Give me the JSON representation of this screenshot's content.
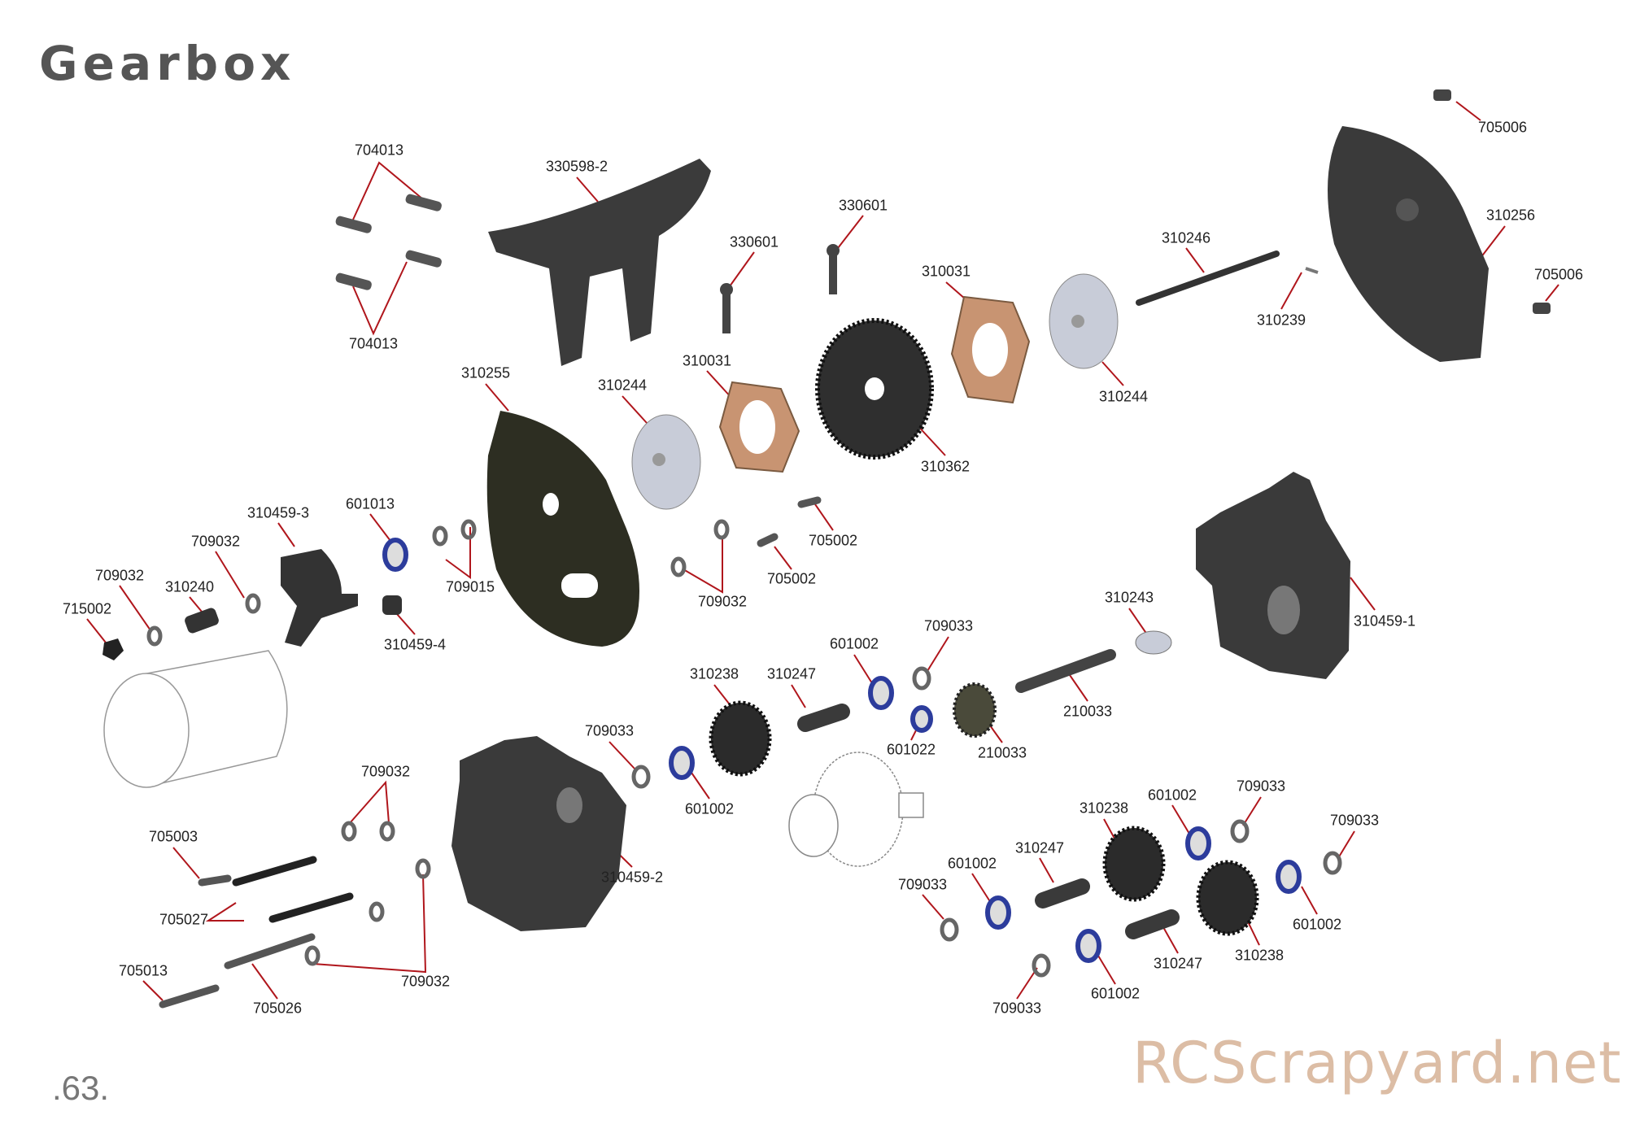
{
  "title": "Gearbox",
  "page_number": ".63.",
  "watermark": "RCScrapyard.net",
  "colors": {
    "leader": "#b0161c",
    "part": "#3a3a3a",
    "bearing_seal": "#2c3c9c",
    "slipper_pad": "#c89472",
    "plate": "#c8ccd8"
  },
  "labels": [
    "704013",
    "704013",
    "330598-2",
    "330601",
    "330601",
    "310031",
    "310246",
    "705006",
    "310256",
    "705006",
    "310239",
    "310244",
    "310362",
    "310031",
    "310244",
    "310255",
    "310459-3",
    "601013",
    "709032",
    "709032",
    "310240",
    "715002",
    "709015",
    "310459-4",
    "709032",
    "705002",
    "705002",
    "310243",
    "310459-1",
    "709033",
    "601002",
    "310238",
    "310247",
    "210033",
    "601022",
    "210033",
    "709033",
    "601002",
    "709032",
    "310459-2",
    "705003",
    "705027",
    "705013",
    "705026",
    "709032",
    "310238",
    "601002",
    "709033",
    "709033",
    "601002",
    "310247",
    "709033",
    "310247",
    "310238",
    "601002",
    "709033",
    "601002"
  ]
}
